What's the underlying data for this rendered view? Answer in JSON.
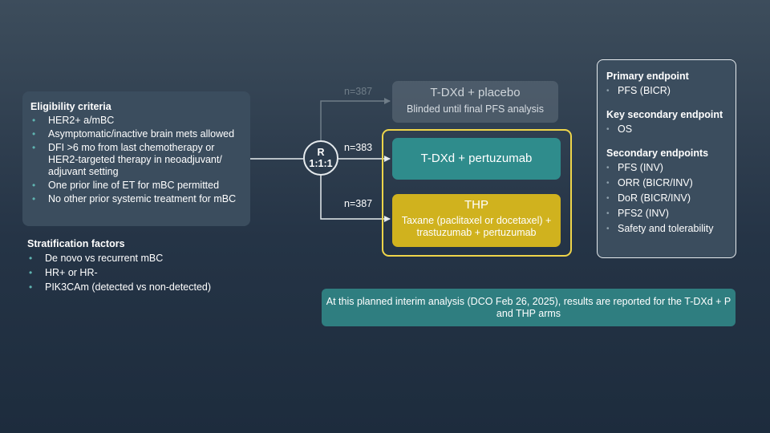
{
  "eligibility": {
    "title": "Eligibility criteria",
    "items": [
      "HER2+ a/mBC",
      "Asymptomatic/inactive brain mets allowed",
      "DFI >6 mo from last chemotherapy or HER2-targeted therapy in neoadjuvant/ adjuvant setting",
      "One prior line of ET for mBC permitted",
      "No other prior systemic treatment for mBC"
    ]
  },
  "stratification": {
    "title": "Stratification factors",
    "items": [
      "De novo vs recurrent mBC",
      "HR+ or HR-",
      "PIK3CAm (detected vs non-detected)"
    ]
  },
  "randomization": {
    "line1": "R",
    "line2": "1:1:1"
  },
  "arms": {
    "placebo": {
      "n": "n=387",
      "title": "T-DXd + placebo",
      "subtitle": "Blinded until final PFS analysis"
    },
    "pertuzumab": {
      "n": "n=383",
      "title": "T-DXd + pertuzumab"
    },
    "thp": {
      "n": "n=387",
      "title": "THP",
      "subtitle": "Taxane (paclitaxel or docetaxel) + trastuzumab + pertuzumab"
    }
  },
  "endpoints": {
    "primary": {
      "title": "Primary endpoint",
      "items": [
        "PFS (BICR)"
      ]
    },
    "key_secondary": {
      "title": "Key secondary endpoint",
      "items": [
        "OS"
      ]
    },
    "secondary": {
      "title": "Secondary endpoints",
      "items": [
        "PFS (INV)",
        "ORR (BICR/INV)",
        "DoR (BICR/INV)",
        "PFS2 (INV)",
        "Safety and tolerability"
      ]
    }
  },
  "footnote": "At this planned interim analysis (DCO Feb 26, 2025), results are reported for the T-DXd + P and THP arms",
  "colors": {
    "teal_arm": "#2f8c8c",
    "yellow_arm": "#d0b21e",
    "highlight_border": "#efd54a",
    "panel": "#3b4d5e",
    "footnote_bg": "#2f7e80"
  }
}
